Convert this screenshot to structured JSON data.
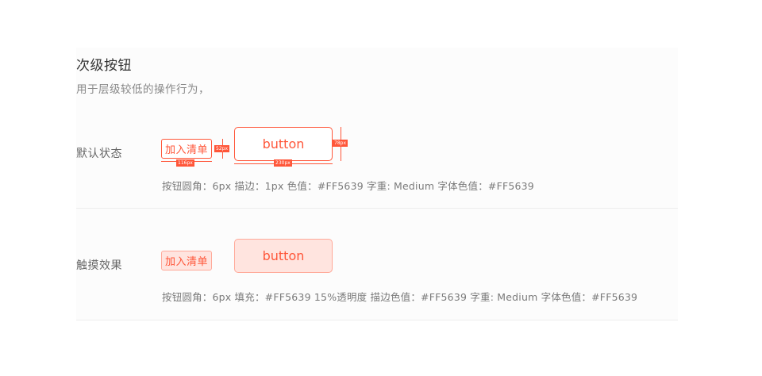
{
  "section": {
    "title": "次级按钮",
    "subtitle": "用于层级较低的操作行为，"
  },
  "rows": {
    "default": {
      "label": "默认状态",
      "small_button": "加入清单",
      "large_button": "button",
      "width_tag_small": "116px",
      "height_tag_small": "52px",
      "width_tag_large": "230px",
      "height_tag_large": "78px",
      "spec": "按钮圆角：6px   描边：1px   色值：#FF5639   字重: Medium   字体色值：#FF5639"
    },
    "pressed": {
      "label": "触摸效果",
      "small_button": "加入清单",
      "large_button": "button",
      "spec": "按钮圆角：6px    填充：#FF5639 15%透明度   描边色值：#FF5639   字重: Medium   字体色值：#FF5639"
    }
  },
  "colors": {
    "accent": "#FF5639",
    "pressed_fill": "#FFE4DF"
  }
}
